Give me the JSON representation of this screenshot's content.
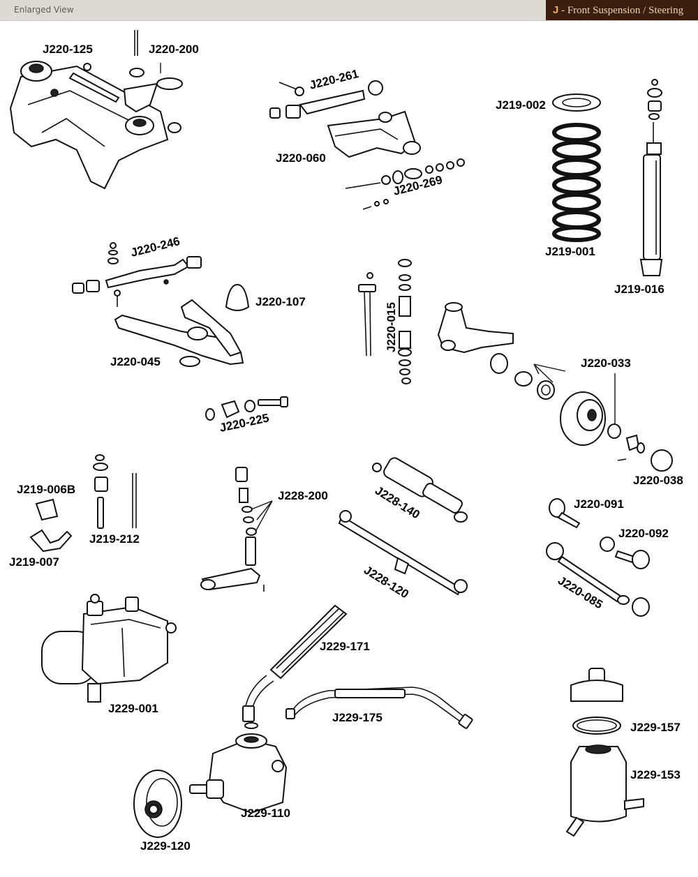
{
  "header": {
    "view_label": "Enlarged View",
    "section_letter": "J",
    "section_title": " - Front Suspension / Steering"
  },
  "colors": {
    "header_bg": "#dcdad2",
    "section_bg": "#3a1d0b",
    "section_text": "#e9d6b4",
    "accent": "#f0b04a"
  },
  "parts": [
    "J220-125",
    "J220-200",
    "J220-261",
    "J219-002",
    "J220-060",
    "J220-269",
    "J219-001",
    "J219-016",
    "J220-246",
    "J220-107",
    "J220-015",
    "J220-045",
    "J220-033",
    "J220-225",
    "J220-038",
    "J219-006B",
    "J228-200",
    "J228-140",
    "J220-091",
    "J219-212",
    "J219-007",
    "J220-092",
    "J228-120",
    "J220-085",
    "J229-171",
    "J229-001",
    "J229-175",
    "J229-157",
    "J229-153",
    "J229-110",
    "J229-120"
  ]
}
